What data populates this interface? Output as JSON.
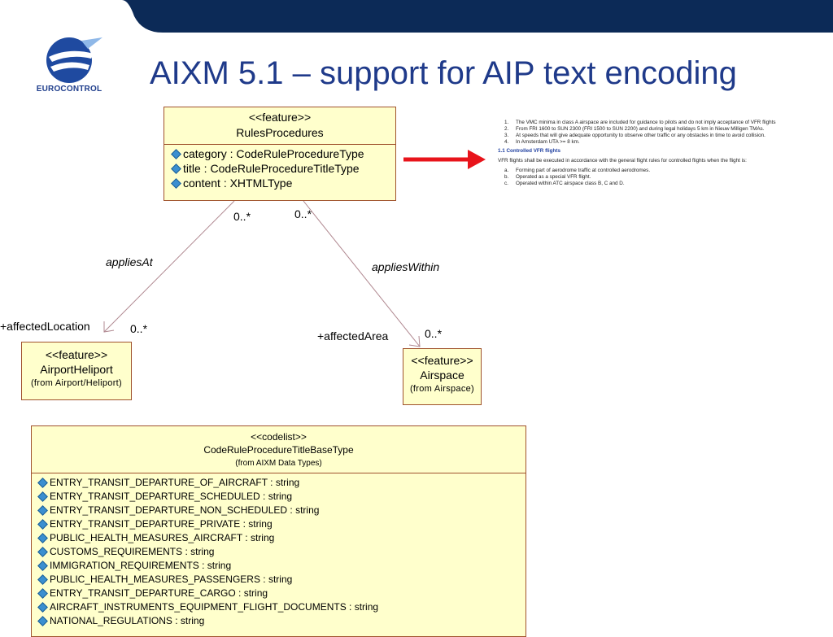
{
  "header": {
    "bar_color": "#0c2a57",
    "title": "AIXM 5.1 – support for AIP text encoding",
    "logo_text": "EUROCONTROL"
  },
  "rules_box": {
    "stereotype": "<<feature>>",
    "name": "RulesProcedures",
    "attributes": [
      "category : CodeRuleProcedureType",
      "title : CodeRuleProcedureTitleType",
      "content : XHTMLType"
    ]
  },
  "airport_box": {
    "stereotype": "<<feature>>",
    "name": "AirportHeliport",
    "source": "(from Airport/Heliport)"
  },
  "airspace_box": {
    "stereotype": "<<feature>>",
    "name": "Airspace",
    "source": "(from Airspace)"
  },
  "associations": {
    "applies_at": "appliesAt",
    "applies_within": "appliesWithin",
    "affected_location": "+affectedLocation",
    "affected_area": "+affectedArea",
    "mult_left_top": "0..*",
    "mult_right_top": "0..*",
    "mult_left_bottom": "0..*",
    "mult_right_bottom": "0..*"
  },
  "codelist_box": {
    "stereotype": "<<codelist>>",
    "name": "CodeRuleProcedureTitleBaseType",
    "source": "(from AIXM Data Types)",
    "values": [
      "ENTRY_TRANSIT_DEPARTURE_OF_AIRCRAFT : string",
      "ENTRY_TRANSIT_DEPARTURE_SCHEDULED : string",
      "ENTRY_TRANSIT_DEPARTURE_NON_SCHEDULED : string",
      "ENTRY_TRANSIT_DEPARTURE_PRIVATE : string",
      "PUBLIC_HEALTH_MEASURES_AIRCRAFT : string",
      "CUSTOMS_REQUIREMENTS : string",
      "IMMIGRATION_REQUIREMENTS : string",
      "PUBLIC_HEALTH_MEASURES_PASSENGERS : string",
      "ENTRY_TRANSIT_DEPARTURE_CARGO : string",
      "AIRCRAFT_INSTRUMENTS_EQUIPMENT_FLIGHT_DOCUMENTS : string",
      "NATIONAL_REGULATIONS : string"
    ]
  },
  "aip_text": {
    "notes": [
      {
        "num": "1.",
        "text": "The VMC minima in class A airspace are included for guidance to pilots and do not imply acceptance of VFR flights"
      },
      {
        "num": "2.",
        "text": "From FRI 1600 to SUN 2300 (FRI 1500 to SUN 2200) and during legal holidays 5 km in Nieuw Milligen TMAs."
      },
      {
        "num": "3.",
        "text": "At speeds that will give adequate opportunity to observe other traffic or any obstacles in time to avoid collision."
      },
      {
        "num": "4.",
        "text": "In Amsterdam UTA >= 8 km."
      }
    ],
    "section": "1.1  Controlled VFR flights",
    "paragraph": "VFR flights shall be executed in accordance with the general flight rules for controlled flights when the flight is:",
    "items": [
      {
        "num": "a.",
        "text": "Forming part of aerodrome traffic at controlled aerodromes."
      },
      {
        "num": "b.",
        "text": "Operated as a special VFR flight."
      },
      {
        "num": "c.",
        "text": "Operated within ATC airspace class B, C and D."
      }
    ]
  },
  "colors": {
    "box_fill": "#ffffcc",
    "box_border": "#a0522d",
    "arrow_red": "#e8141b",
    "title_blue": "#1f3a8a"
  }
}
